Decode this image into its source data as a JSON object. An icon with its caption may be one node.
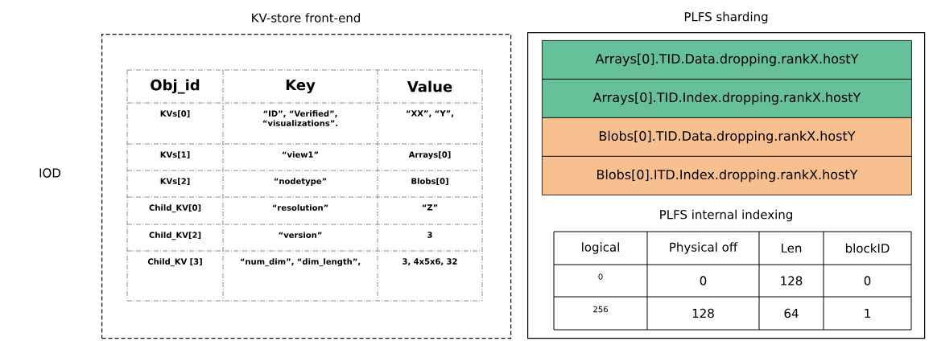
{
  "diagram": {
    "nodes": [
      {
        "text": [
          "KV-store front-end"
        ]
      },
      {
        "text": [
          "PLFS sharding"
        ]
      },
      {
        "text": [
          "Arrays[0].TID.Data.dropping.rankX.hostY"
        ],
        "in": 1
      },
      {
        "text": [
          "Arrays[0].TID.Index.dropping.rankX.hostY"
        ],
        "in": 1
      },
      {
        "text": [
          "Blobs[0].TID.Data.dropping.rankX.hostY"
        ],
        "in": 1
      },
      {
        "text": [
          "Blobs[0].ITD.Index.dropping.rankX.hostY"
        ],
        "in": 1
      }
    ],
    "labels": [
      "IOD",
      "Obj_id",
      "Key",
      "Value",
      "KVs[0]",
      "“ID”, “Verified”, “visualizations”.",
      "“XX”, “Y”,",
      "KVs[1]",
      "“view1”",
      "Arrays[0]",
      "KVs[2]",
      "“nodetype”",
      "Blobs[0]",
      "Child_KV[0]",
      "“resolution”",
      "“Z”",
      "Child_KV[2]",
      "“version”",
      "3",
      "Child_KV [3]",
      "“num_dim”, “dim_length”,",
      "3, 4x5x6, 32",
      "PLFS internal indexing",
      "logical",
      "Physical off",
      "Len",
      "blockID",
      "0",
      "0",
      "128",
      "0",
      "256",
      "128",
      "64",
      "1"
    ]
  }
}
